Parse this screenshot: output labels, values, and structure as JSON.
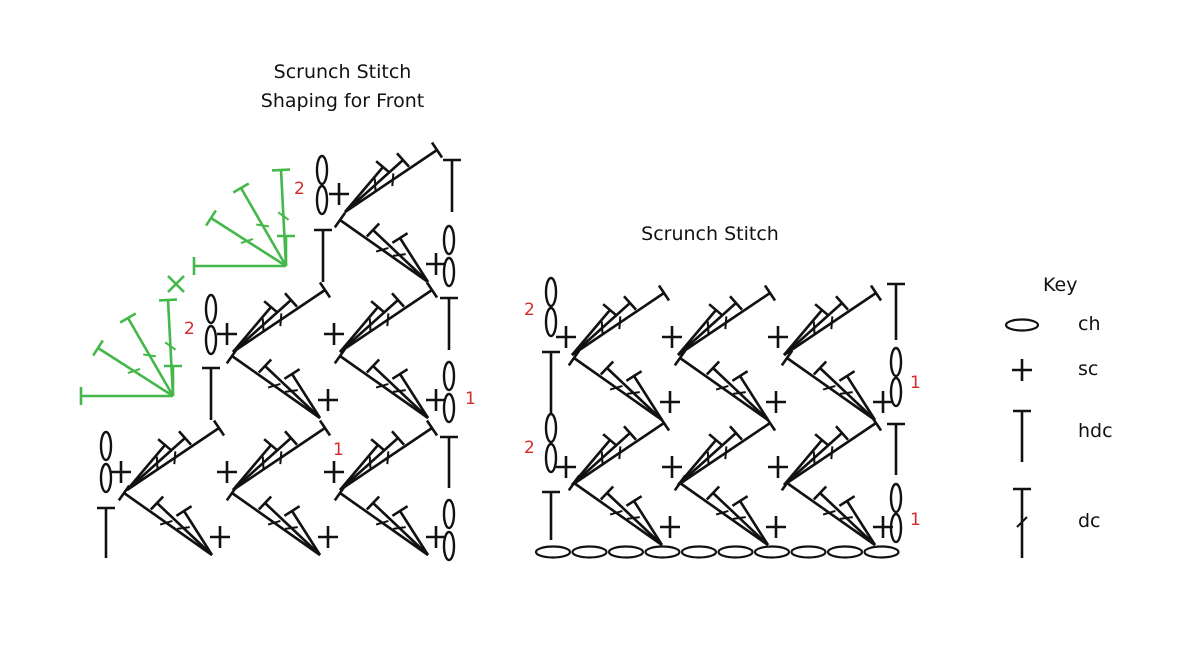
{
  "left_chart": {
    "title_line1": "Scrunch Stitch",
    "title_line2": "Shaping for Front",
    "row_labels": [
      "2",
      "2",
      "1",
      "1"
    ]
  },
  "right_chart": {
    "title": "Scrunch Stitch",
    "row_labels": [
      "2",
      "1",
      "2",
      "1"
    ]
  },
  "key": {
    "title": "Key",
    "items": [
      {
        "symbol": "ch",
        "label": "ch"
      },
      {
        "symbol": "sc",
        "label": "sc"
      },
      {
        "symbol": "hdc",
        "label": "hdc"
      },
      {
        "symbol": "dc",
        "label": "dc"
      }
    ]
  },
  "colors": {
    "stitch": "#111111",
    "shaping": "#44b84a",
    "row_number": "#d42a2a"
  }
}
